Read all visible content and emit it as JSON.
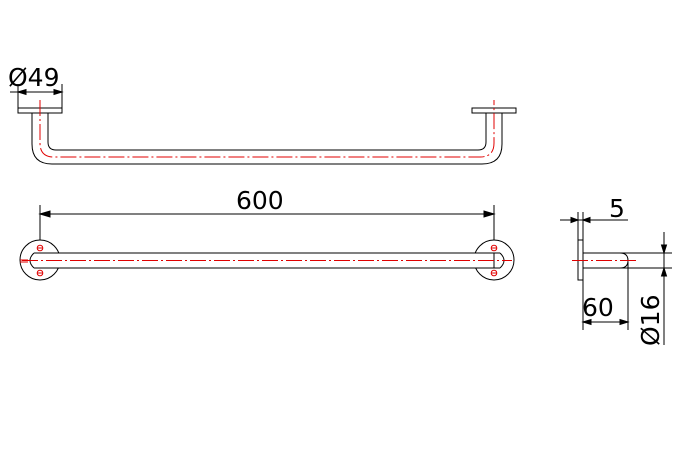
{
  "drawing": {
    "line_color": "#000000",
    "centerline_color": "#e00000",
    "background": "#ffffff"
  },
  "dimensions": {
    "flange_diameter": "Ø49",
    "overall_length": "600",
    "flange_thickness": "5",
    "projection": "60",
    "tube_diameter": "Ø16"
  }
}
